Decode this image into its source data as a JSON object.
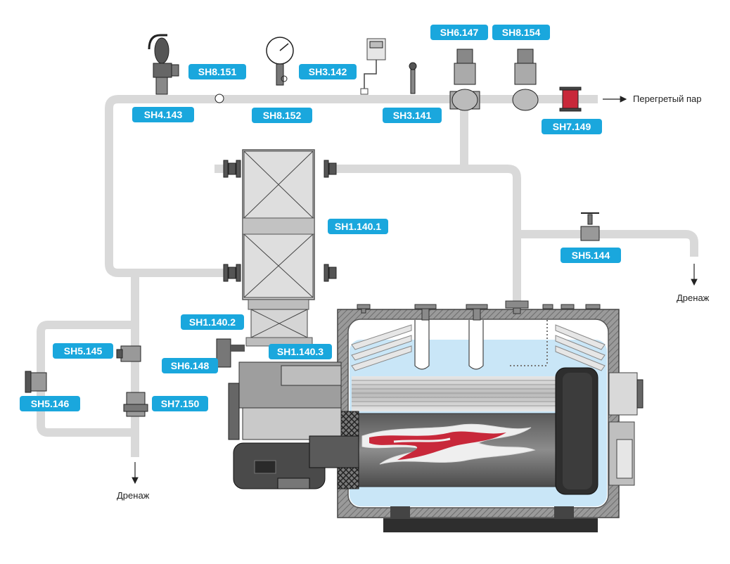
{
  "labels": {
    "sh6_147": "SH6.147",
    "sh8_154": "SH8.154",
    "sh8_151": "SH8.151",
    "sh3_142": "SH3.142",
    "sh4_143": "SH4.143",
    "sh8_152": "SH8.152",
    "sh3_141": "SH3.141",
    "sh7_149": "SH7.149",
    "sh1_140_1": "SH1.140.1",
    "sh5_144": "SH5.144",
    "sh1_140_2": "SH1.140.2",
    "sh5_145": "SH5.145",
    "sh1_140_3": "SH1.140.3",
    "sh6_148": "SH6.148",
    "sh5_146": "SH5.146",
    "sh7_150": "SH7.150"
  },
  "annotations": {
    "superheated_steam": "Перегретый пар",
    "drain_right": "Дренаж",
    "drain_left": "Дренаж"
  },
  "colors": {
    "label_bg": "#1aa7dd",
    "pipe": "#d9d9d9",
    "water": "#c9e6f7",
    "flame_red": "#c8283a",
    "body_gray": "#8a8a8a"
  }
}
